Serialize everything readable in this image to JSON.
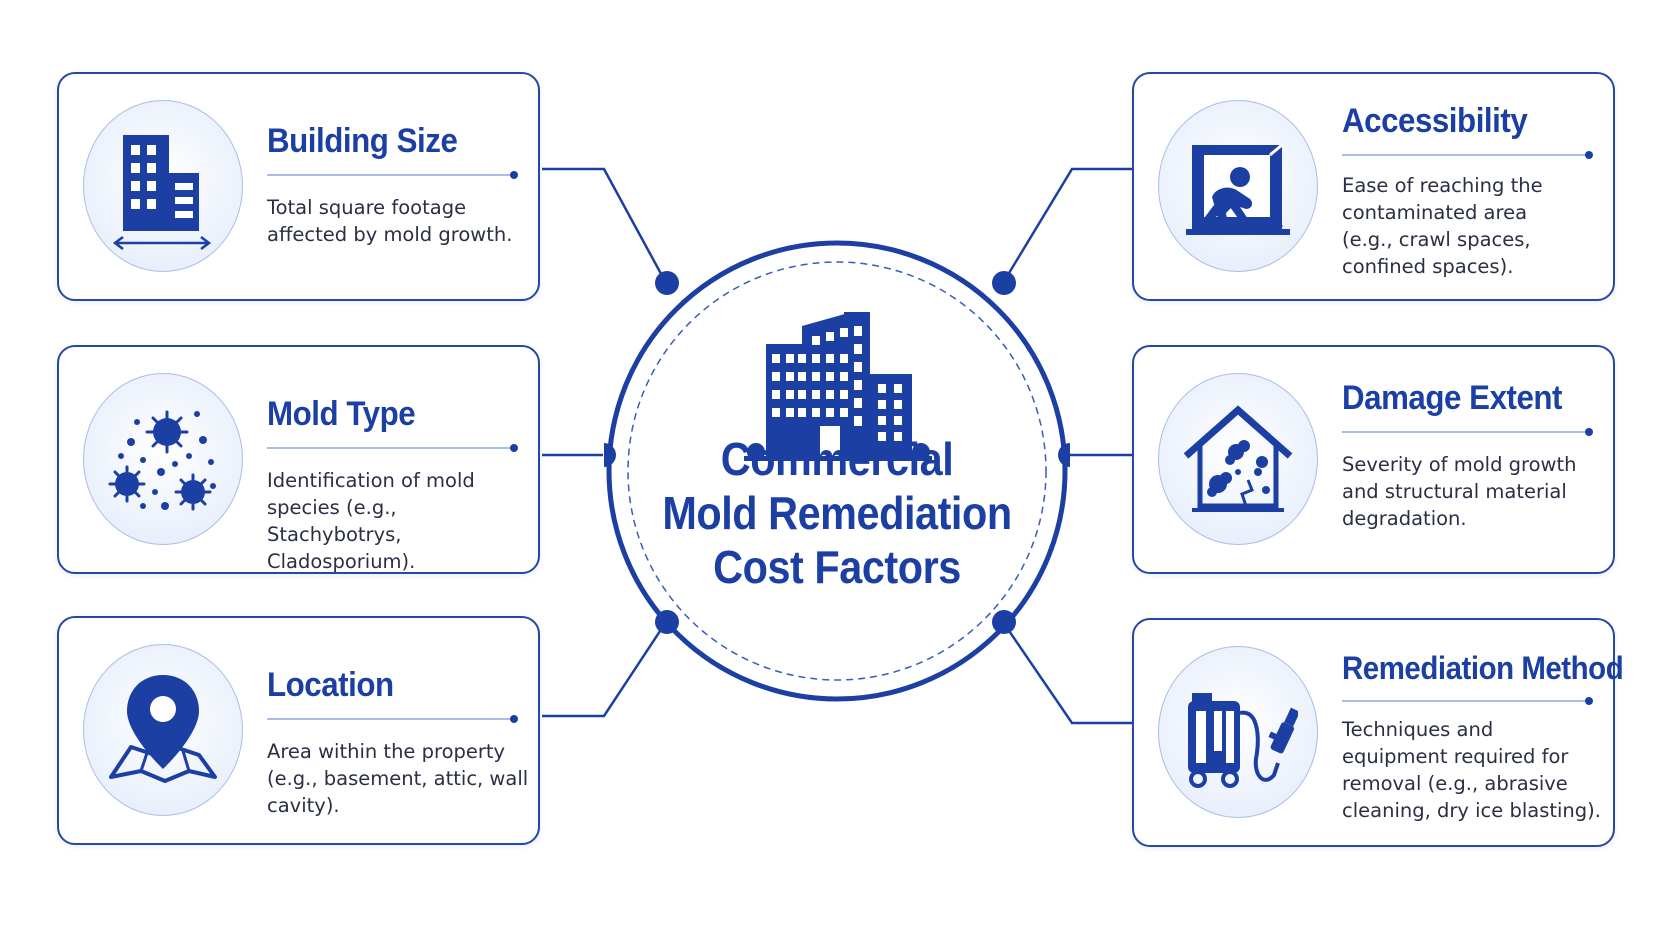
{
  "center": {
    "title_line1": "Commercial",
    "title_line2": "Mold Remediation",
    "title_line3": "Cost Factors",
    "icon": "office-buildings-icon"
  },
  "factors": [
    {
      "id": "building-size",
      "title": "Building Size",
      "description": "Total square footage affected by mold growth.",
      "icon": "building-width-icon"
    },
    {
      "id": "mold-type",
      "title": "Mold Type",
      "description": "Identification of mold species (e.g., Stachybotrys, Cladosporium).",
      "icon": "mold-spores-icon"
    },
    {
      "id": "location",
      "title": "Location",
      "description": "Area within the property (e.g., basement, attic, wall cavity).",
      "icon": "map-pin-icon"
    },
    {
      "id": "accessibility",
      "title": "Accessibility",
      "description": "Ease of reaching the contaminated area (e.g., crawl spaces, confined spaces).",
      "icon": "crawl-space-icon"
    },
    {
      "id": "damage-extent",
      "title": "Damage Extent",
      "description": "Severity of mold growth and structural material degradation.",
      "icon": "damaged-house-icon"
    },
    {
      "id": "remediation-method",
      "title": "Remediation Method",
      "description": "Techniques and equipment required for removal (e.g., abrasive cleaning, dry ice blasting).",
      "icon": "blasting-machine-icon"
    }
  ],
  "colors": {
    "primary": "#1c3fa4",
    "border": "#2646a8",
    "light": "#a9bde6",
    "text": "#2b2f45"
  }
}
